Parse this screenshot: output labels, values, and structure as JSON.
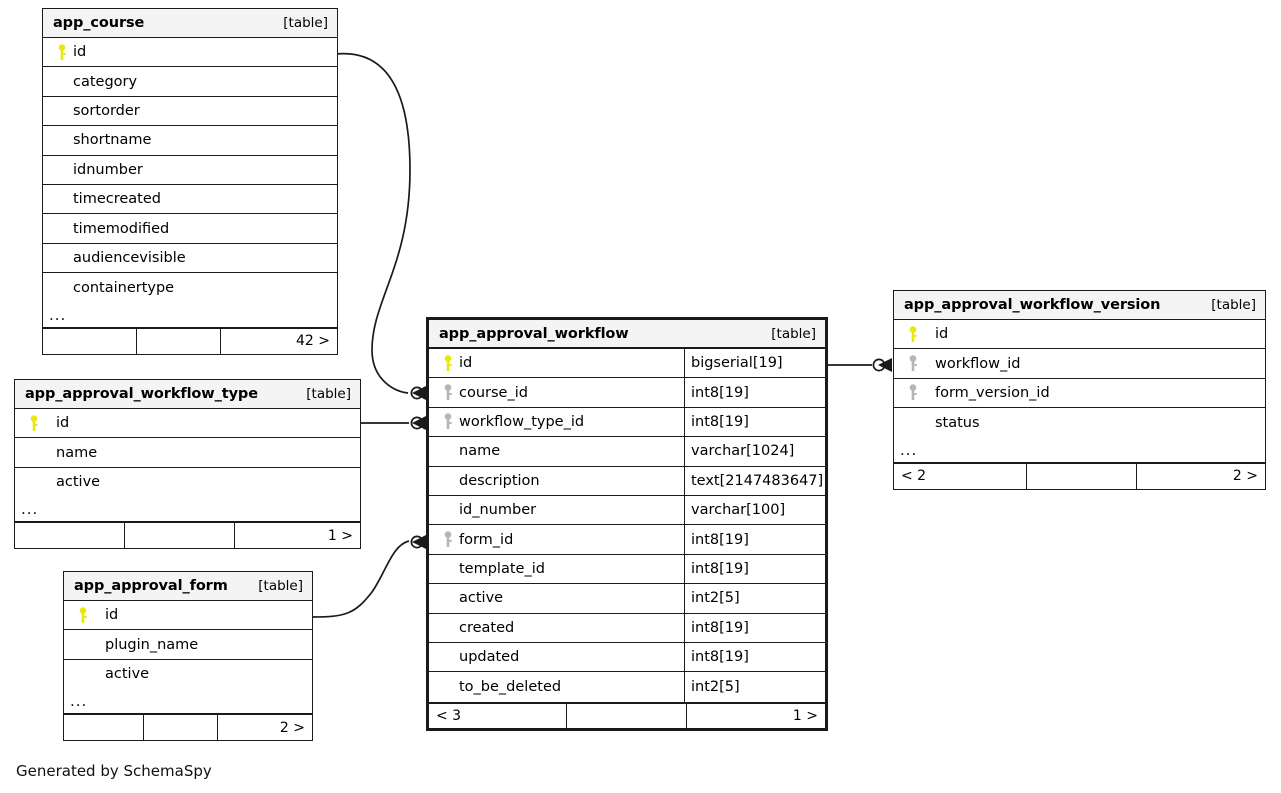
{
  "diagram": {
    "caption": "Generated by SchemaSpy",
    "kind_label": "[table]",
    "ellipsis": "...",
    "colors": {
      "primary_key": "#e8e80f",
      "foreign_key": "#b5b5b5",
      "border": "#1a1a1a",
      "header_bg": "#f4f4f4",
      "canvas_bg": "#ffffff"
    }
  },
  "tables": {
    "app_course": {
      "name": "app_course",
      "kind": "[table]",
      "columns": [
        {
          "name": "id",
          "key": "primary"
        },
        {
          "name": "category",
          "key": "none"
        },
        {
          "name": "sortorder",
          "key": "none"
        },
        {
          "name": "shortname",
          "key": "none"
        },
        {
          "name": "idnumber",
          "key": "none"
        },
        {
          "name": "timecreated",
          "key": "none"
        },
        {
          "name": "timemodified",
          "key": "none"
        },
        {
          "name": "audiencevisible",
          "key": "none"
        },
        {
          "name": "containertype",
          "key": "none"
        }
      ],
      "has_more": true,
      "footer": {
        "left": "",
        "mid": "",
        "right": "42 >"
      }
    },
    "app_approval_workflow_type": {
      "name": "app_approval_workflow_type",
      "kind": "[table]",
      "columns": [
        {
          "name": "id",
          "key": "primary"
        },
        {
          "name": "name",
          "key": "none"
        },
        {
          "name": "active",
          "key": "none"
        }
      ],
      "has_more": true,
      "footer": {
        "left": "",
        "mid": "",
        "right": "1 >"
      }
    },
    "app_approval_form": {
      "name": "app_approval_form",
      "kind": "[table]",
      "columns": [
        {
          "name": "id",
          "key": "primary"
        },
        {
          "name": "plugin_name",
          "key": "none"
        },
        {
          "name": "active",
          "key": "none"
        }
      ],
      "has_more": true,
      "footer": {
        "left": "",
        "mid": "",
        "right": "2 >"
      }
    },
    "app_approval_workflow": {
      "name": "app_approval_workflow",
      "kind": "[table]",
      "focal": true,
      "columns": [
        {
          "name": "id",
          "key": "primary",
          "type": "bigserial[19]"
        },
        {
          "name": "course_id",
          "key": "foreign",
          "type": "int8[19]"
        },
        {
          "name": "workflow_type_id",
          "key": "foreign",
          "type": "int8[19]"
        },
        {
          "name": "name",
          "key": "none",
          "type": "varchar[1024]"
        },
        {
          "name": "description",
          "key": "none",
          "type": "text[2147483647]"
        },
        {
          "name": "id_number",
          "key": "none",
          "type": "varchar[100]"
        },
        {
          "name": "form_id",
          "key": "foreign",
          "type": "int8[19]"
        },
        {
          "name": "template_id",
          "key": "none",
          "type": "int8[19]"
        },
        {
          "name": "active",
          "key": "none",
          "type": "int2[5]"
        },
        {
          "name": "created",
          "key": "none",
          "type": "int8[19]"
        },
        {
          "name": "updated",
          "key": "none",
          "type": "int8[19]"
        },
        {
          "name": "to_be_deleted",
          "key": "none",
          "type": "int2[5]"
        }
      ],
      "has_more": false,
      "footer": {
        "left": "< 3",
        "mid": "",
        "right": "1 >"
      }
    },
    "app_approval_workflow_version": {
      "name": "app_approval_workflow_version",
      "kind": "[table]",
      "columns": [
        {
          "name": "id",
          "key": "primary"
        },
        {
          "name": "workflow_id",
          "key": "foreign"
        },
        {
          "name": "form_version_id",
          "key": "foreign"
        },
        {
          "name": "status",
          "key": "none"
        }
      ],
      "has_more": true,
      "footer": {
        "left": "< 2",
        "mid": "",
        "right": "2 >"
      }
    }
  },
  "relationships": [
    {
      "name": "course-to-workflow",
      "from": "app_course.id",
      "to": "app_approval_workflow.course_id"
    },
    {
      "name": "workflowtype-to-workflow",
      "from": "app_approval_workflow_type.id",
      "to": "app_approval_workflow.workflow_type_id"
    },
    {
      "name": "form-to-workflow",
      "from": "app_approval_form.id",
      "to": "app_approval_workflow.form_id"
    },
    {
      "name": "workflow-to-version",
      "from": "app_approval_workflow.id",
      "to": "app_approval_workflow_version.workflow_id"
    }
  ]
}
